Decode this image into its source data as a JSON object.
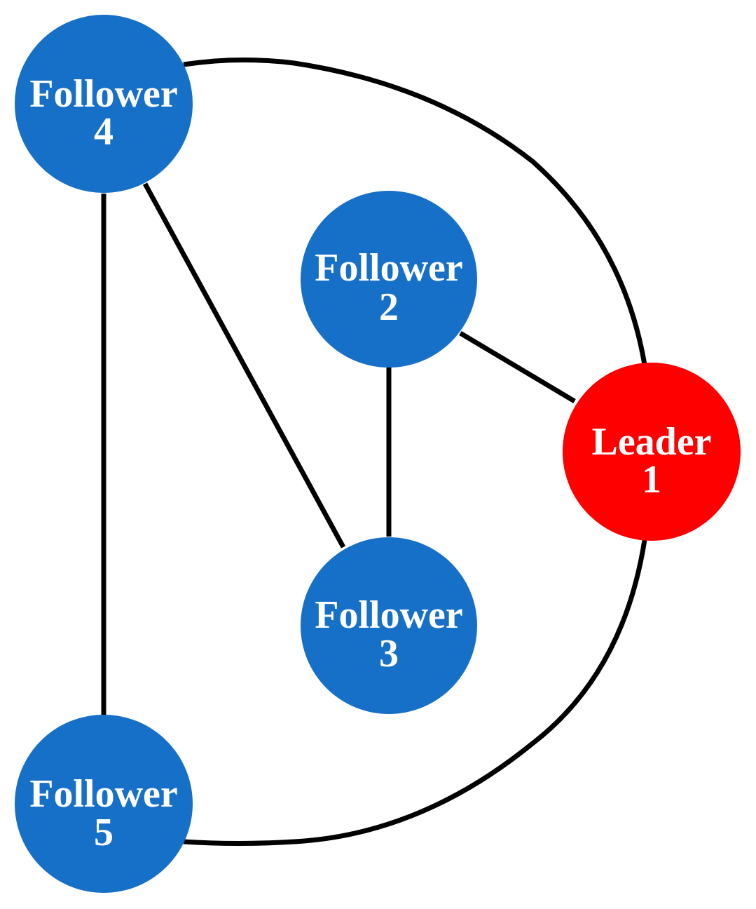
{
  "colors": {
    "follower": "#1670C8",
    "leader": "#FF0000",
    "edge": "#000000",
    "text": "#FFFFFF"
  },
  "nodes": {
    "leader1": {
      "line1": "Leader",
      "line2": "1",
      "role": "leader"
    },
    "follower2": {
      "line1": "Follower",
      "line2": "2",
      "role": "follower"
    },
    "follower3": {
      "line1": "Follower",
      "line2": "3",
      "role": "follower"
    },
    "follower4": {
      "line1": "Follower",
      "line2": "4",
      "role": "follower"
    },
    "follower5": {
      "line1": "Follower",
      "line2": "5",
      "role": "follower"
    }
  },
  "edges": [
    {
      "from": "follower4",
      "to": "leader1",
      "shape": "arc"
    },
    {
      "from": "follower5",
      "to": "leader1",
      "shape": "arc"
    },
    {
      "from": "follower4",
      "to": "follower5",
      "shape": "straight"
    },
    {
      "from": "follower4",
      "to": "follower3",
      "shape": "straight"
    },
    {
      "from": "follower2",
      "to": "follower3",
      "shape": "straight"
    },
    {
      "from": "follower2",
      "to": "leader1",
      "shape": "straight"
    }
  ]
}
